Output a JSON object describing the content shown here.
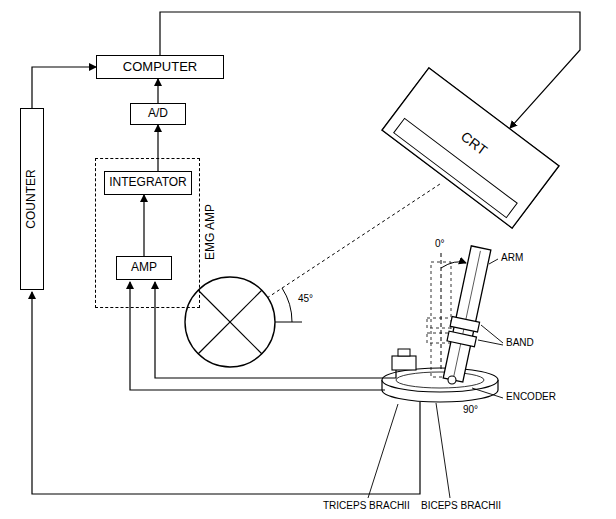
{
  "diagram": {
    "nodes": [
      {
        "text": [
          "COMPUTER"
        ]
      },
      {
        "text": [
          "A/D"
        ]
      },
      {
        "text": [
          "EMG AMP"
        ]
      },
      {
        "text": [
          "INTEGRATOR"
        ],
        "in": 2
      },
      {
        "text": [
          "AMP"
        ],
        "in": 2
      },
      {
        "text": [
          "COUNTER"
        ]
      },
      {
        "text": [
          "CRT"
        ]
      }
    ],
    "edges": [
      {
        "from": 1,
        "to": 0,
        "arrow": "to"
      },
      {
        "from": 3,
        "to": 1,
        "arrow": "to"
      },
      {
        "from": 4,
        "to": 3,
        "arrow": "to"
      },
      {
        "from": 5,
        "to": 0,
        "arrow": "to"
      },
      {
        "from": 0,
        "to": 6,
        "arrow": "to"
      }
    ],
    "labels": [
      "0°",
      "ARM",
      "BAND",
      "45°",
      "90°",
      "ENCODER",
      "TRICEPS BRACHII",
      "BICEPS BRACHII"
    ]
  }
}
